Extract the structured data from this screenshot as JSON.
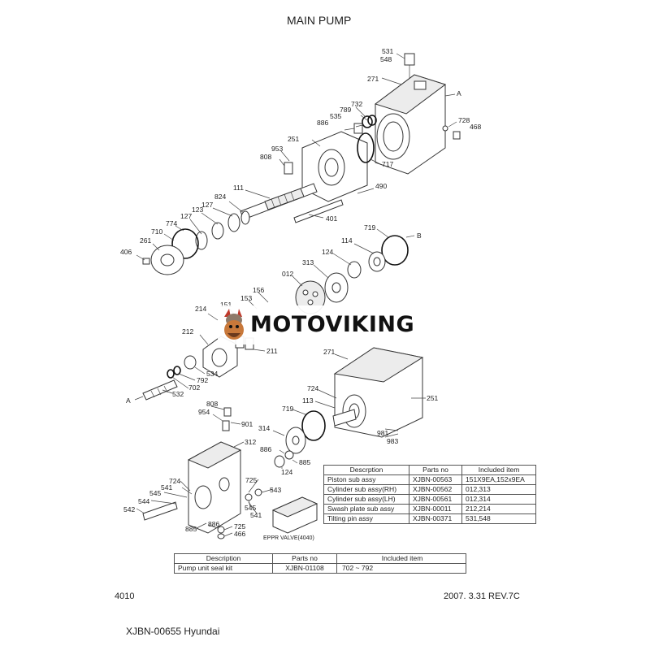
{
  "title": "MAIN PUMP",
  "part_labels": {
    "p531": "531",
    "p548": "548",
    "p271a": "271",
    "pA1": "A",
    "p732": "732",
    "p789": "789",
    "p535": "535",
    "p886a": "886",
    "p728": "728",
    "p468": "468",
    "p251a": "251",
    "p953a": "953",
    "p808a": "808",
    "p717": "717",
    "p490": "490",
    "p111": "111",
    "p824": "824",
    "p127a": "127",
    "p123": "123",
    "p127b": "127",
    "p401": "401",
    "p774": "774",
    "p710": "710",
    "p261": "261",
    "p406": "406",
    "p719a": "719",
    "pB1": "B",
    "p114": "114",
    "p124a": "124",
    "p313": "313",
    "p012": "012",
    "p156": "156",
    "p153": "153",
    "p151": "151",
    "p214": "214",
    "p212": "212",
    "p211": "211",
    "p534": "534",
    "p792": "792",
    "p702": "702",
    "p532": "532",
    "pA2": "A",
    "p271b": "271",
    "p724a": "724",
    "p113": "113",
    "p251b": "251",
    "p719b": "719",
    "p808b": "808",
    "p954": "954",
    "p901": "901",
    "p314": "314",
    "p886b": "886",
    "p312": "312",
    "p885a": "885",
    "p981": "981",
    "p983": "983",
    "p124b": "124",
    "p724b": "724",
    "p541a": "541",
    "p725a": "725",
    "p545a": "545",
    "p544": "544",
    "p543": "543",
    "p542": "542",
    "p545b": "545",
    "p541b": "541",
    "p886c": "886",
    "p885b": "885",
    "p725b": "725",
    "p466": "466",
    "eppr": "EPPR VALVE(4040)"
  },
  "parts_table": {
    "headers": [
      "Descrption",
      "Parts no",
      "Included item"
    ],
    "rows": [
      [
        "Piston sub assy",
        "XJBN-00563",
        "151X9EA,152x9EA"
      ],
      [
        "Cylinder sub assy(RH)",
        "XJBN-00562",
        "012,313"
      ],
      [
        "Cylinder sub assy(LH)",
        "XJBN-00561",
        "012,314"
      ],
      [
        "Swash plate sub assy",
        "XJBN-00011",
        "212,214"
      ],
      [
        "Tilting pin assy",
        "XJBN-00371",
        "531,548"
      ]
    ]
  },
  "seal_table": {
    "headers": [
      "Description",
      "Parts no",
      "Included item"
    ],
    "rows": [
      [
        "Pump unit seal kit",
        "XJBN-01108",
        "702 ~ 792"
      ]
    ]
  },
  "footer": {
    "page": "4010",
    "revision": "2007. 3.31  REV.7C"
  },
  "caption": "XJBN-00655 Hyundai",
  "watermark": {
    "brand": "MOTOVIKING",
    "logo_icon": "viking-mascot-icon"
  }
}
